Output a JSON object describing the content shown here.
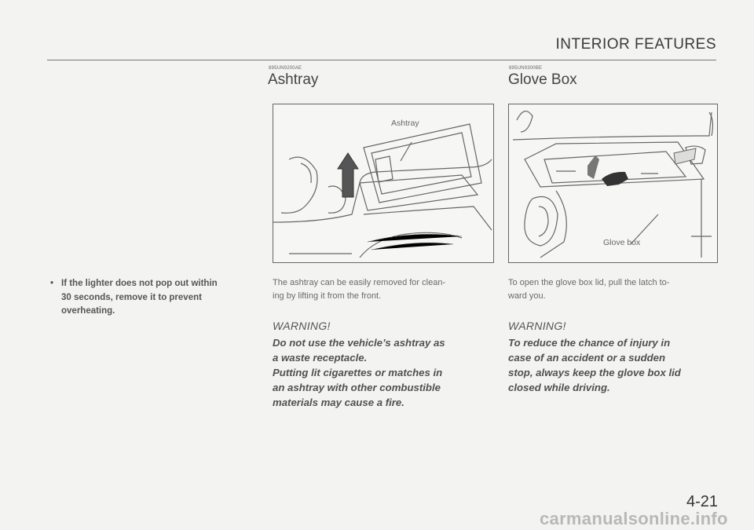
{
  "header": {
    "section": "INTERIOR FEATURES"
  },
  "ashtray": {
    "code": "895UN9200AE",
    "title": "Ashtray",
    "figure_label": "Ashtray",
    "body": "The ashtray can be easily removed for clean-\ning by lifting it from the front.",
    "warning_title": "WARNING!",
    "warning_body": "Do not use the vehicle’s ashtray as\na waste receptacle.\nPutting lit cigarettes or matches in\nan ashtray with other combustible\nmaterials may cause a fire."
  },
  "glovebox": {
    "code": "895UN9300BE",
    "title": "Glove Box",
    "figure_label": "Glove box",
    "body": "To open the glove box lid, pull the latch to-\nward you.",
    "warning_title": "WARNING!",
    "warning_body": "To reduce the chance of injury in\ncase of an accident or a sudden\nstop, always keep the glove box lid\nclosed while driving."
  },
  "lighter_note": "If the lighter does not pop out within\n30 seconds, remove it to prevent\noverheating.",
  "page_number": "4-21",
  "watermark": "carmanualsonline.info"
}
